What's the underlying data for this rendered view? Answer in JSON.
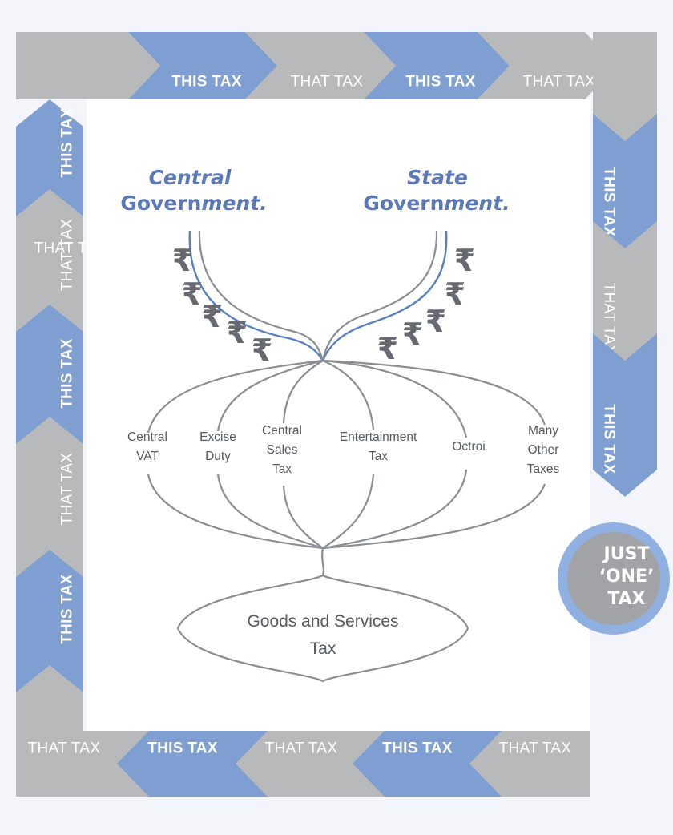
{
  "labels": {
    "this_tax": "THIS TAX",
    "that_tax": "THAT TAX"
  },
  "central_government": {
    "line1": "Central",
    "line2_a": "Govern",
    "line2_b": "ment."
  },
  "state_government": {
    "line1": "State",
    "line2_a": "Govern",
    "line2_b": "ment."
  },
  "rupee_symbol": "₹",
  "taxes": [
    {
      "id": "central-vat",
      "lines": [
        "Central",
        "VAT"
      ]
    },
    {
      "id": "excise-duty",
      "lines": [
        "Excise",
        "Duty"
      ]
    },
    {
      "id": "central-sales-tax",
      "lines": [
        "Central",
        "Sales",
        "Tax"
      ]
    },
    {
      "id": "entertainment-tax",
      "lines": [
        "Entertainment",
        "Tax"
      ]
    },
    {
      "id": "octroi",
      "lines": [
        "Octroi"
      ]
    },
    {
      "id": "many-other-taxes",
      "lines": [
        "Many",
        "Other",
        "Taxes"
      ]
    }
  ],
  "result": {
    "line1": "Goods and Services",
    "line2": "Tax"
  },
  "badge": {
    "line1": "JUST",
    "line2": "‘ONE’",
    "line3": "TAX"
  },
  "colors": {
    "this_tax": "#7f9fd2",
    "that_tax": "#b8b9bb",
    "background": "#f4f5fa",
    "inner_panel": "#ffffff",
    "government_text": "#5b79b8",
    "blue_line": "#5a80c4",
    "curve": "#8a8e93",
    "badge_ring": "#8fb0e0",
    "badge_fill": "#a1a3a6"
  }
}
